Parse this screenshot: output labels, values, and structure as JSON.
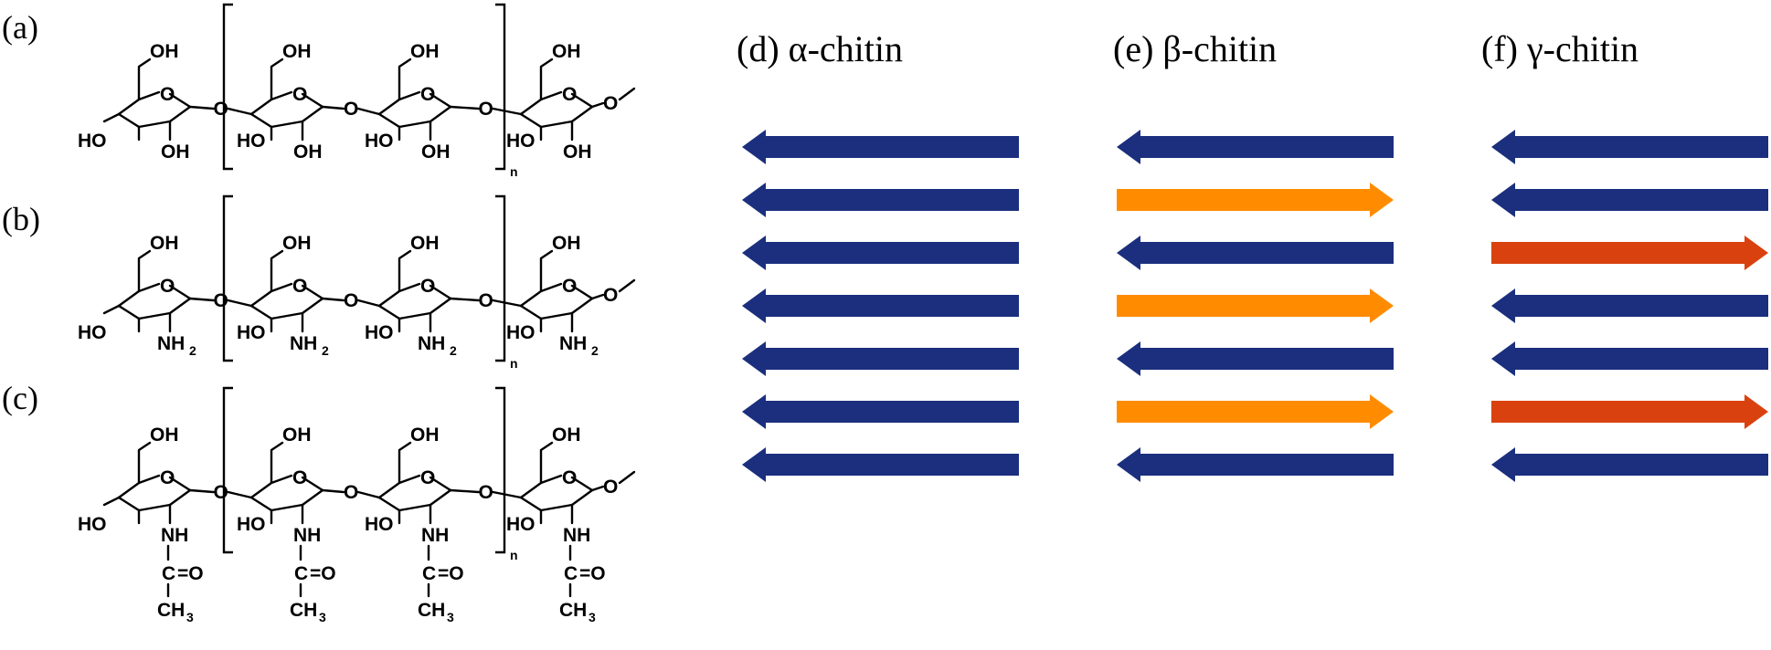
{
  "panels": {
    "a": "(a)",
    "b": "(b)",
    "c": "(c)",
    "d": "(d) α-chitin",
    "e": "(e) β-chitin",
    "f": "(f) γ-chitin"
  },
  "structure_labels": {
    "OH": "OH",
    "HO": "HO",
    "O": "O",
    "NH": "NH",
    "NH2": "NH",
    "sub2": "2",
    "C": "C",
    "eqO": "=O",
    "CH": "CH",
    "sub3": "3",
    "n": "n"
  },
  "molecules": [
    {
      "id": "cellulose",
      "panel": "(a)",
      "substituent": "OH"
    },
    {
      "id": "chitosan",
      "panel": "(b)",
      "substituent": "NH2"
    },
    {
      "id": "chitin",
      "panel": "(c)",
      "substituent": "NHCOCH3"
    }
  ],
  "arrow_colors": {
    "blue": "#1b2f7e",
    "orange": "#ff8c00",
    "red": "#d9420f"
  },
  "chain_diagrams": [
    {
      "label": "(d) α-chitin",
      "directions": [
        "left",
        "left",
        "left",
        "left",
        "left",
        "left",
        "left"
      ],
      "colors": [
        "blue",
        "blue",
        "blue",
        "blue",
        "blue",
        "blue",
        "blue"
      ]
    },
    {
      "label": "(e) β-chitin",
      "directions": [
        "left",
        "right",
        "left",
        "right",
        "left",
        "right",
        "left"
      ],
      "colors": [
        "blue",
        "orange",
        "blue",
        "orange",
        "blue",
        "orange",
        "blue"
      ]
    },
    {
      "label": "(f) γ-chitin",
      "directions": [
        "left",
        "left",
        "right",
        "left",
        "left",
        "right",
        "left"
      ],
      "colors": [
        "blue",
        "blue",
        "red",
        "blue",
        "blue",
        "red",
        "blue"
      ]
    }
  ]
}
